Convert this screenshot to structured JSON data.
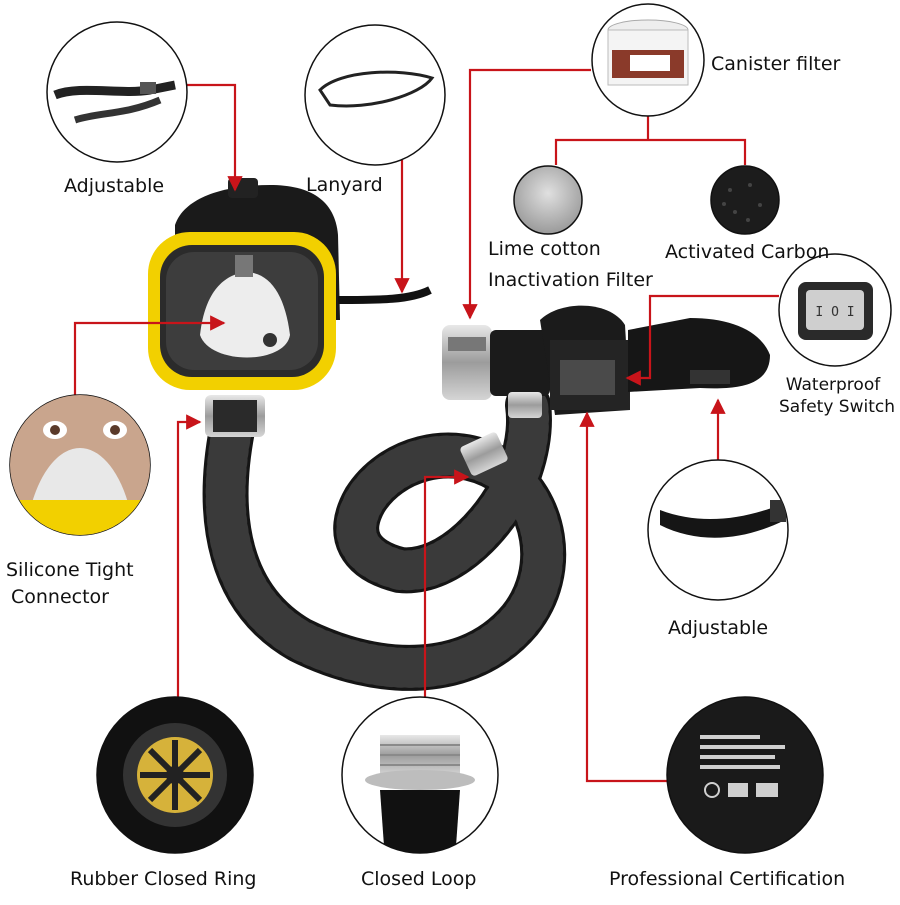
{
  "labels": {
    "adjustable_top": "Adjustable",
    "lanyard": "Lanyard",
    "canister_filter": "Canister filter",
    "lime_cotton": "Lime cotton",
    "inactivation_filter": "Inactivation Filter",
    "activated_carbon": "Activated Carbon",
    "waterproof_1": "Waterproof",
    "waterproof_2": "Safety Switch",
    "silicone_1": "Silicone Tight",
    "silicone_2": "Connector",
    "adjustable_right": "Adjustable",
    "rubber_closed_ring": "Rubber Closed Ring",
    "closed_loop": "Closed Loop",
    "professional_certification": "Professional Certification"
  },
  "switch_text": "I O I",
  "colors": {
    "arrow": "#c8141a",
    "rubber": "#151515",
    "mask_frame": "#f2d000",
    "chrome": "#b9b9b9"
  }
}
